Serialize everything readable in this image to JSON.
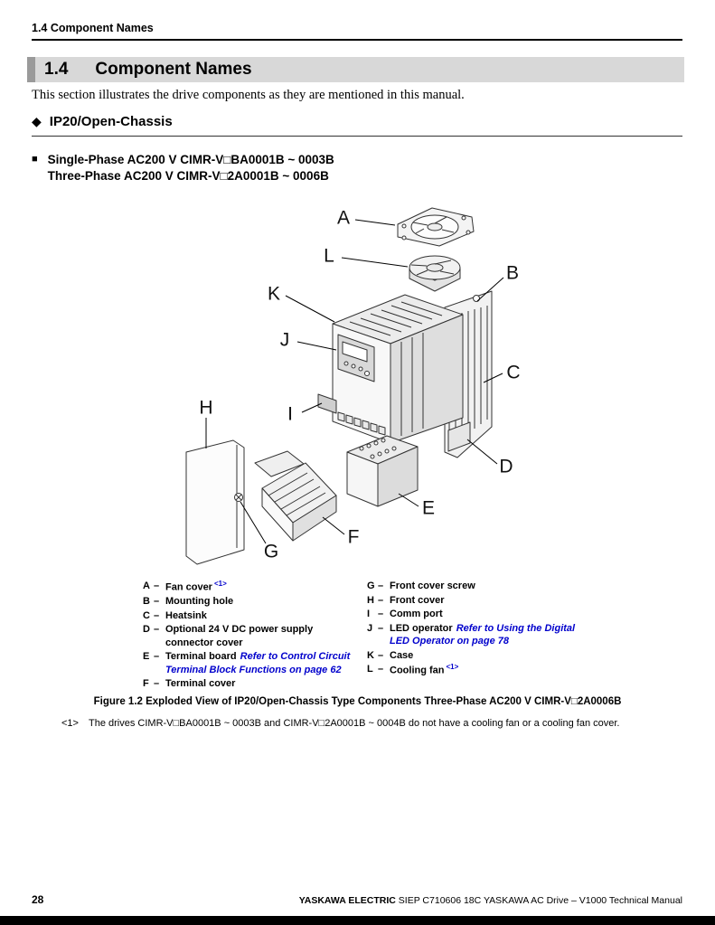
{
  "page_header": {
    "breadcrumb": "1.4 Component Names"
  },
  "section": {
    "number": "1.4",
    "title": "Component Names"
  },
  "intro": "This section illustrates the drive components as they are mentioned in this manual.",
  "subsection": {
    "bullet": "◆",
    "title": "IP20/Open-Chassis"
  },
  "model_heading": {
    "bullet": "■",
    "line1": "Single-Phase AC200 V CIMR-V□BA0001B ~ 0003B",
    "line2": "Three-Phase AC200 V CIMR-V□2A0001B ~ 0006B"
  },
  "diagram": {
    "labels": {
      "A": "A",
      "B": "B",
      "C": "C",
      "D": "D",
      "E": "E",
      "F": "F",
      "G": "G",
      "H": "H",
      "I": "I",
      "J": "J",
      "K": "K",
      "L": "L"
    }
  },
  "legend": {
    "left": [
      {
        "key": "A",
        "sep": "–",
        "label": "Fan cover",
        "sup": "<1>"
      },
      {
        "key": "B",
        "sep": "–",
        "label": "Mounting hole"
      },
      {
        "key": "C",
        "sep": "–",
        "label": "Heatsink"
      },
      {
        "key": "D",
        "sep": "–",
        "label": "Optional 24 V DC power supply connector cover"
      },
      {
        "key": "E",
        "sep": "–",
        "label": "Terminal board",
        "link": "Refer to Control Circuit Terminal Block Functions on page 62"
      },
      {
        "key": "F",
        "sep": "–",
        "label": "Terminal cover"
      }
    ],
    "right": [
      {
        "key": "G",
        "sep": "–",
        "label": "Front cover screw"
      },
      {
        "key": "H",
        "sep": "–",
        "label": "Front cover"
      },
      {
        "key": "I",
        "sep": "–",
        "label": "Comm port"
      },
      {
        "key": "J",
        "sep": "–",
        "label": "LED operator",
        "link": "Refer to Using the Digital LED Operator on page 78"
      },
      {
        "key": "K",
        "sep": "–",
        "label": "Case"
      },
      {
        "key": "L",
        "sep": "–",
        "label": "Cooling fan",
        "sup": "<1>"
      }
    ]
  },
  "figure_caption": "Figure 1.2  Exploded View of IP20/Open-Chassis Type Components Three-Phase AC200 V CIMR-V□2A0006B",
  "footnote": {
    "marker": "<1>",
    "text": "The drives CIMR-V□BA0001B ~ 0003B and CIMR-V□2A0001B ~ 0004B do not have a cooling fan or a cooling fan cover."
  },
  "footer": {
    "page_number": "28",
    "brand": "YASKAWA ELECTRIC",
    "text": " SIEP C710606 18C YASKAWA AC Drive – V1000 Technical Manual"
  },
  "colors": {
    "link_blue": "#0000cc",
    "heading_bar": "#d8d8d8",
    "bottom_bar": "#000000"
  }
}
